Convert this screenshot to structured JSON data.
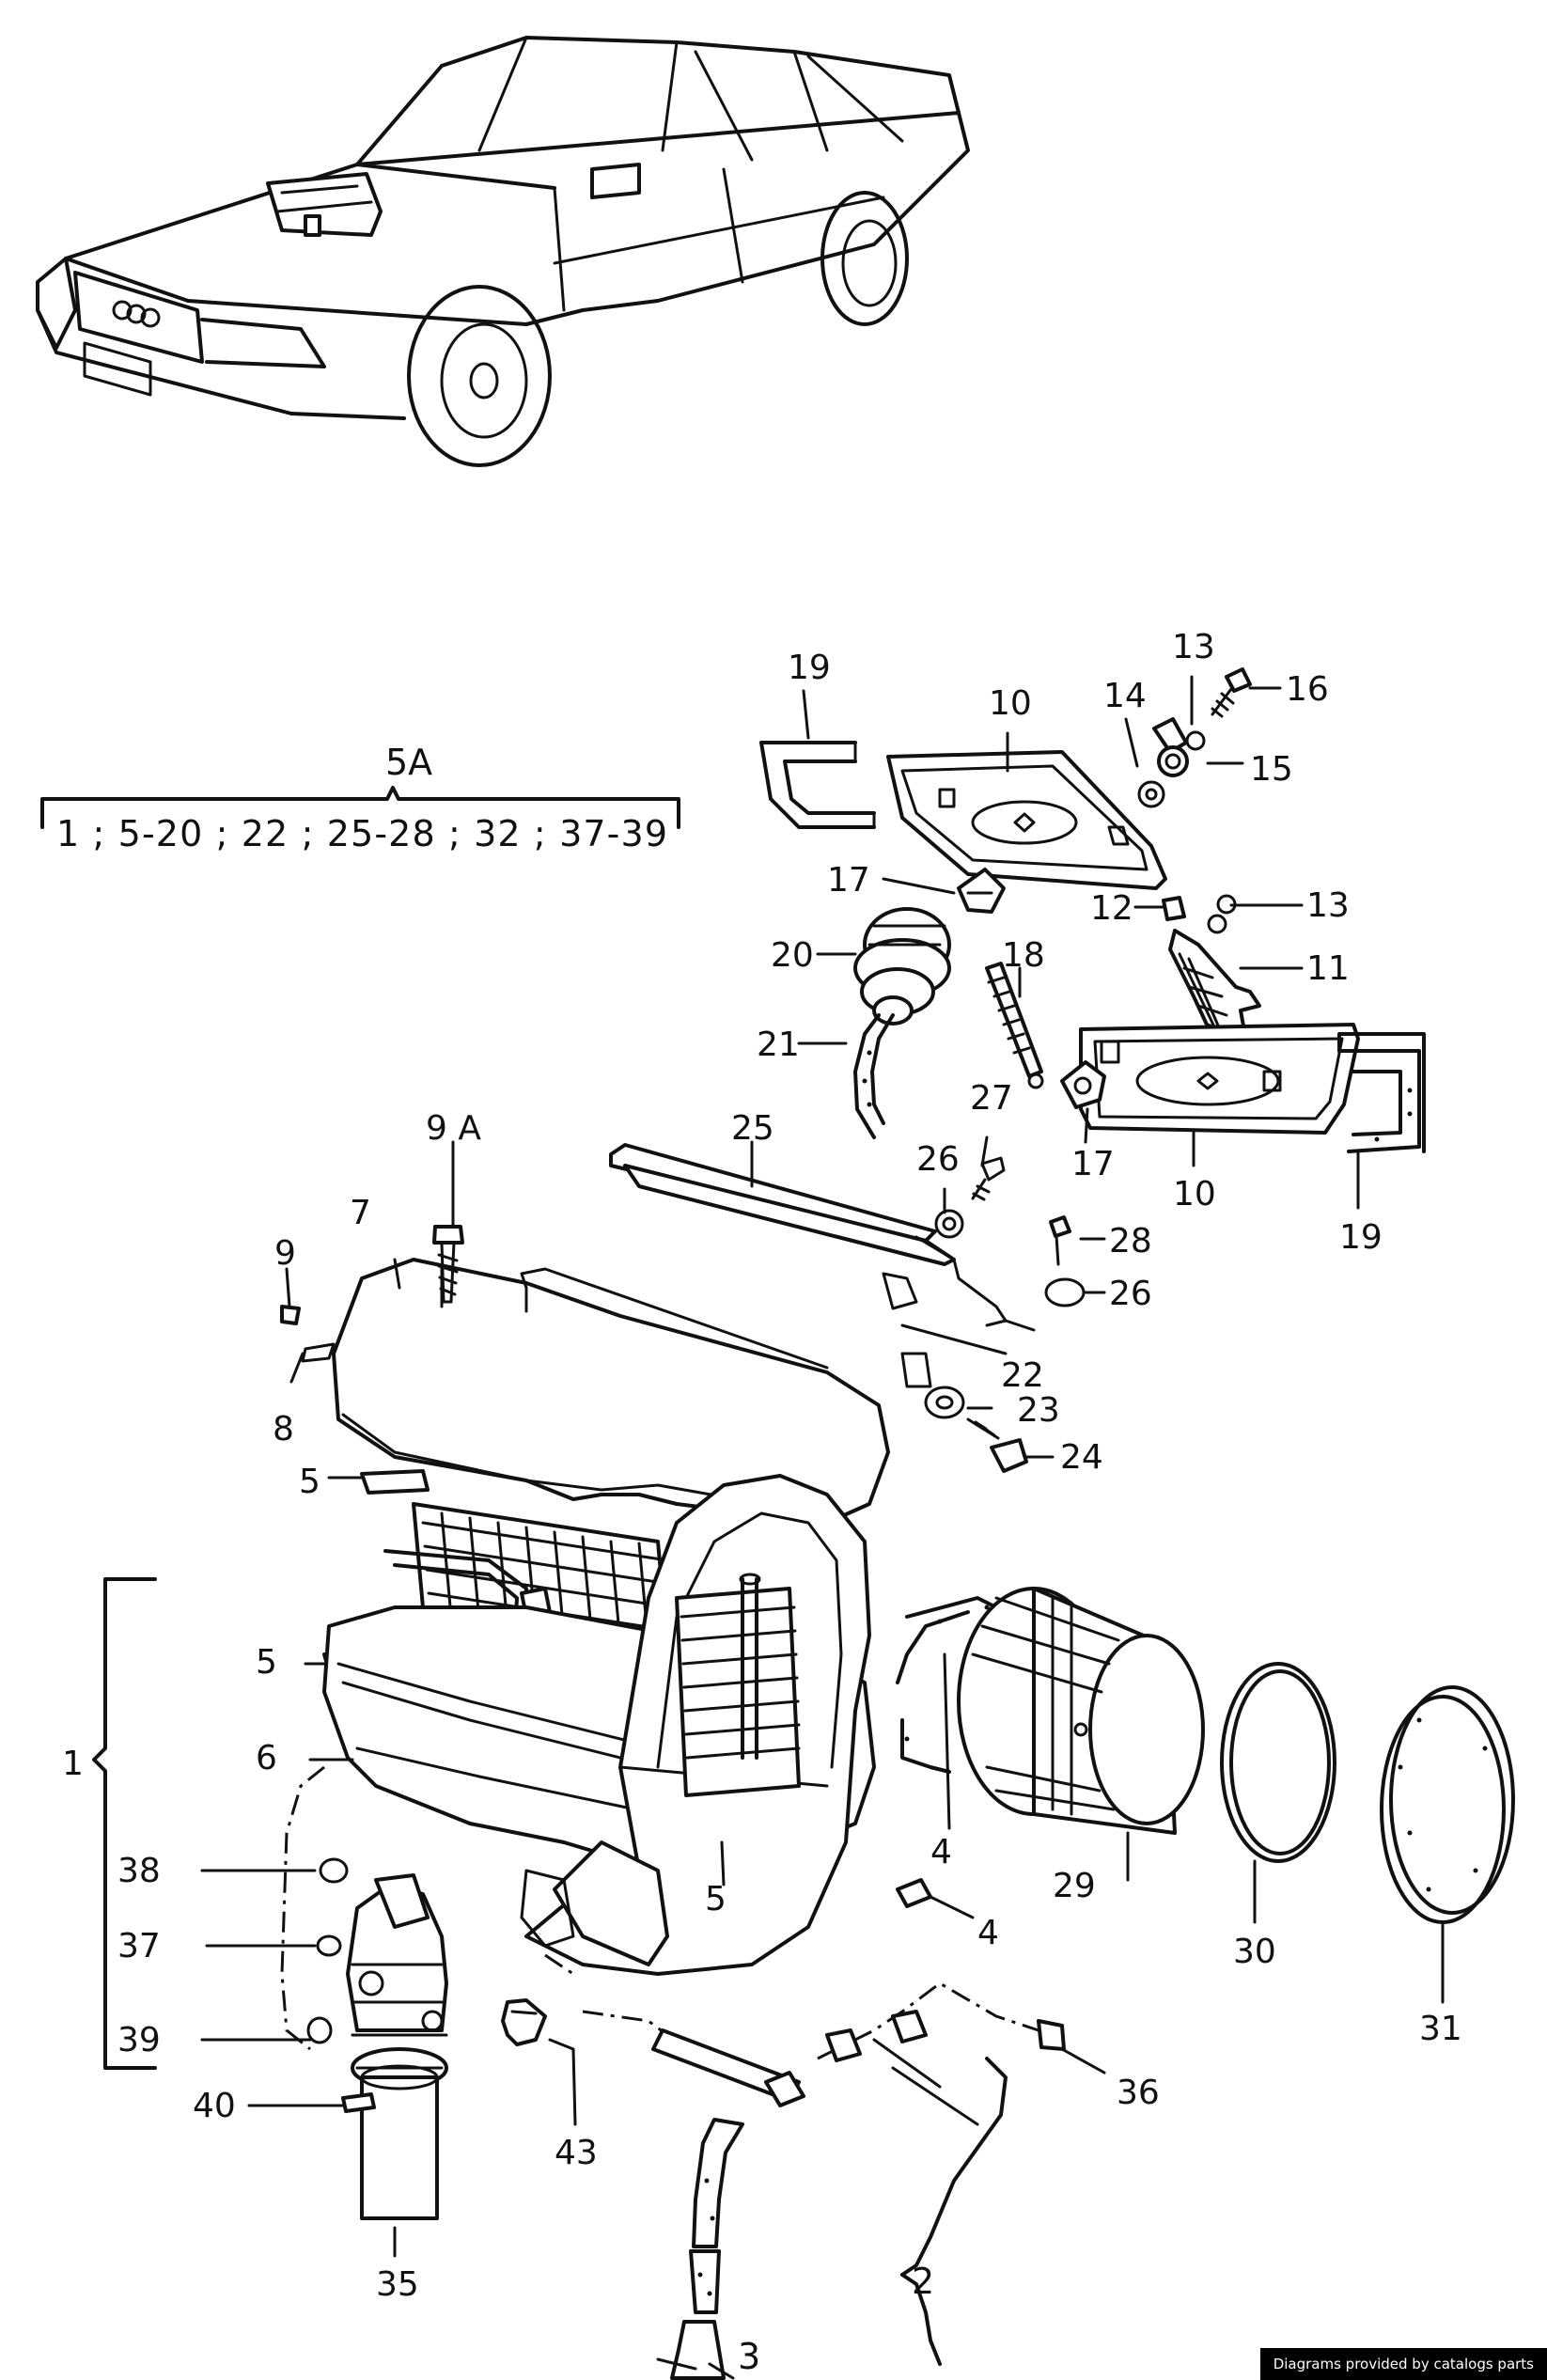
{
  "group_label": "5A",
  "group_contents": "1 ; 5-20 ; 22 ; 25-28 ; 32 ; 37-39",
  "credit": "Diagrams provided by catalogs parts",
  "callouts": {
    "c1": "1",
    "c2": "2",
    "c3": "3",
    "c4a": "4",
    "c4b": "4",
    "c5a": "5",
    "c5b": "5",
    "c5c": "5",
    "c6": "6",
    "c7": "7",
    "c8": "8",
    "c9": "9",
    "c9A": "9 A",
    "c10a": "10",
    "c10b": "10",
    "c11": "11",
    "c12": "12",
    "c13a": "13",
    "c13b": "13",
    "c14": "14",
    "c15": "15",
    "c16": "16",
    "c17a": "17",
    "c17b": "17",
    "c18": "18",
    "c19a": "19",
    "c19b": "19",
    "c20": "20",
    "c21": "21",
    "c22": "22",
    "c23": "23",
    "c24": "24",
    "c25": "25",
    "c26a": "26",
    "c26b": "26",
    "c27": "27",
    "c28": "28",
    "c29": "29",
    "c30": "30",
    "c31": "31",
    "c35": "35",
    "c36": "36",
    "c37": "37",
    "c38": "38",
    "c39": "39",
    "c40": "40",
    "c43": "43"
  }
}
